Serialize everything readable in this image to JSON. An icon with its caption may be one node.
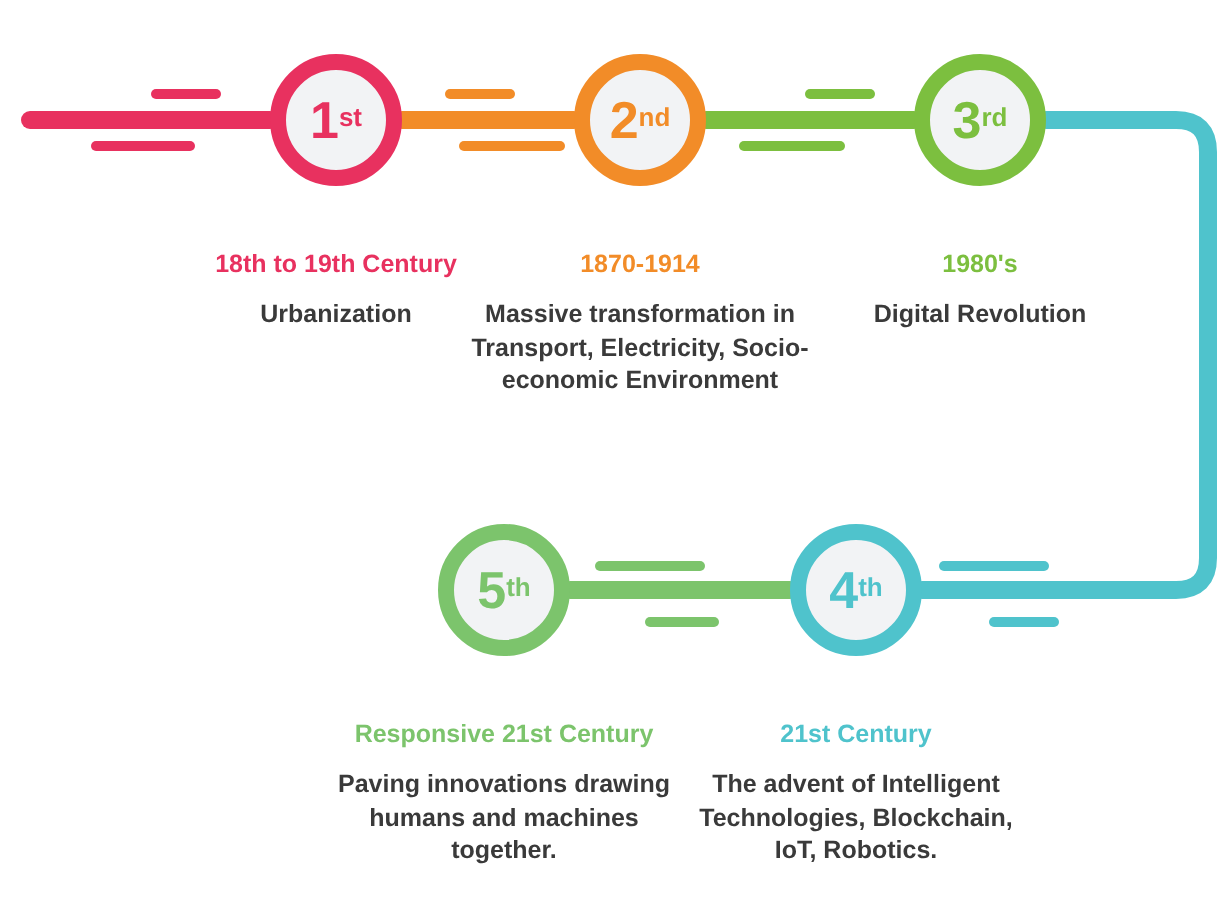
{
  "diagram": {
    "nodes": [
      {
        "text": [
          "1$^{st}$"
        ],
        "beside": [
          "18th to 19th Century",
          "Urbanization"
        ]
      },
      {
        "text": [
          "2$^{nd}$"
        ],
        "beside": [
          "1870-1914",
          "Massive transformation in Transport, Electricity, Socio-economic Environment"
        ]
      },
      {
        "text": [
          "3$^{rd}$"
        ],
        "beside": [
          "1980's",
          "Digital Revolution"
        ]
      },
      {
        "text": [
          "4$^{th}$"
        ],
        "beside": [
          "21st Century",
          "The advent of Intelligent Technologies, Blockchain, IoT, Robotics."
        ]
      },
      {
        "text": [
          "5$^{th}$"
        ],
        "beside": [
          "Responsive 21st Century",
          "Paving innovations drawing humans and machines together."
        ]
      }
    ],
    "edges": [
      {
        "from": null,
        "to": 0,
        "arrow": "none",
        "color": "#e8315f"
      },
      {
        "from": 0,
        "to": 1,
        "arrow": "none",
        "color": "#f28c28"
      },
      {
        "from": 1,
        "to": 2,
        "arrow": "none",
        "color": "#7cbf3f"
      },
      {
        "from": 2,
        "to": 3,
        "arrow": "none",
        "color": "#4fc3cc"
      },
      {
        "from": 3,
        "to": 4,
        "arrow": "none",
        "color": "#7cc46c"
      }
    ]
  }
}
